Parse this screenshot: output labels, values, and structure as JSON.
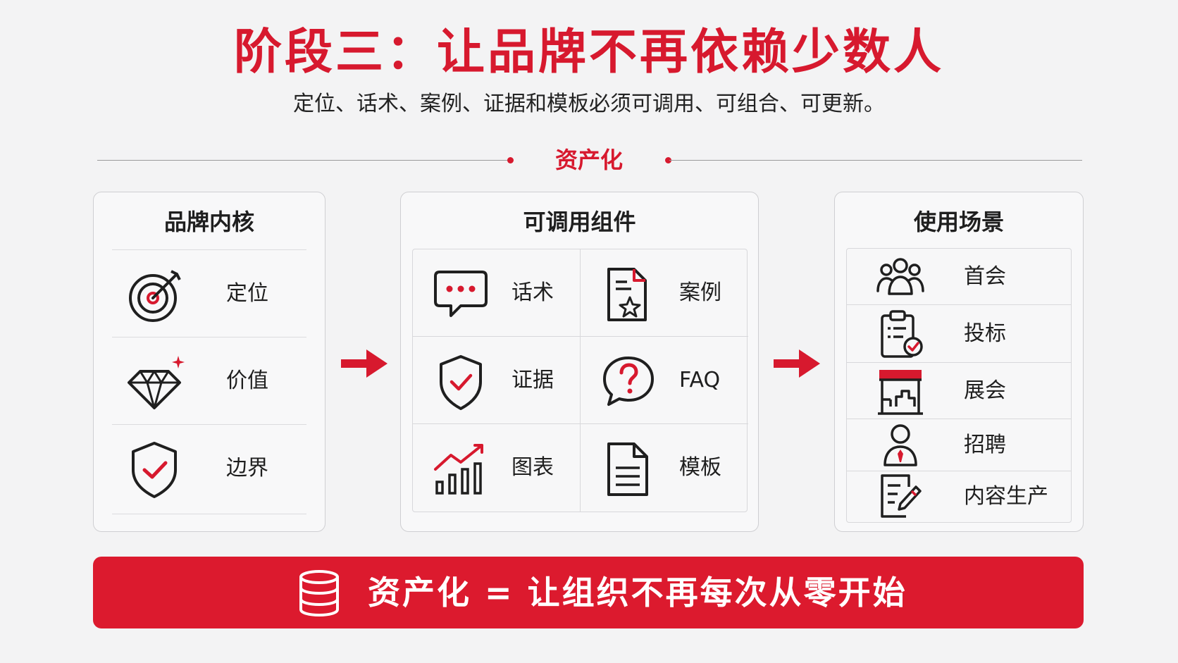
{
  "header": {
    "title": "阶段三：让品牌不再依赖少数人",
    "subtitle": "定位、话术、案例、证据和模板必须可调用、可组合、可更新。",
    "section_label": "资产化"
  },
  "panels": {
    "core": {
      "title": "品牌内核",
      "items": [
        {
          "label": "定位",
          "icon": "target-icon"
        },
        {
          "label": "价值",
          "icon": "diamond-icon"
        },
        {
          "label": "边界",
          "icon": "shield-check-icon"
        }
      ]
    },
    "components": {
      "title": "可调用组件",
      "items": [
        {
          "label": "话术",
          "icon": "chat-bubble-icon"
        },
        {
          "label": "案例",
          "icon": "document-star-icon"
        },
        {
          "label": "证据",
          "icon": "shield-check-icon"
        },
        {
          "label": "FAQ",
          "icon": "question-bubble-icon"
        },
        {
          "label": "图表",
          "icon": "chart-growth-icon"
        },
        {
          "label": "模板",
          "icon": "document-lines-icon"
        }
      ]
    },
    "scenarios": {
      "title": "使用场景",
      "items": [
        {
          "label": "首会",
          "icon": "group-icon"
        },
        {
          "label": "投标",
          "icon": "clipboard-check-icon"
        },
        {
          "label": "展会",
          "icon": "booth-icon"
        },
        {
          "label": "招聘",
          "icon": "person-tie-icon"
        },
        {
          "label": "内容生产",
          "icon": "document-edit-icon"
        }
      ]
    }
  },
  "banner": {
    "text": "资产化 = 让组织不再每次从零开始",
    "icon": "database-icon"
  },
  "colors": {
    "accent": "#d7192e",
    "text": "#1f1f1f",
    "panel_bg": "#f8f8f9",
    "page_bg": "#f3f3f4"
  }
}
